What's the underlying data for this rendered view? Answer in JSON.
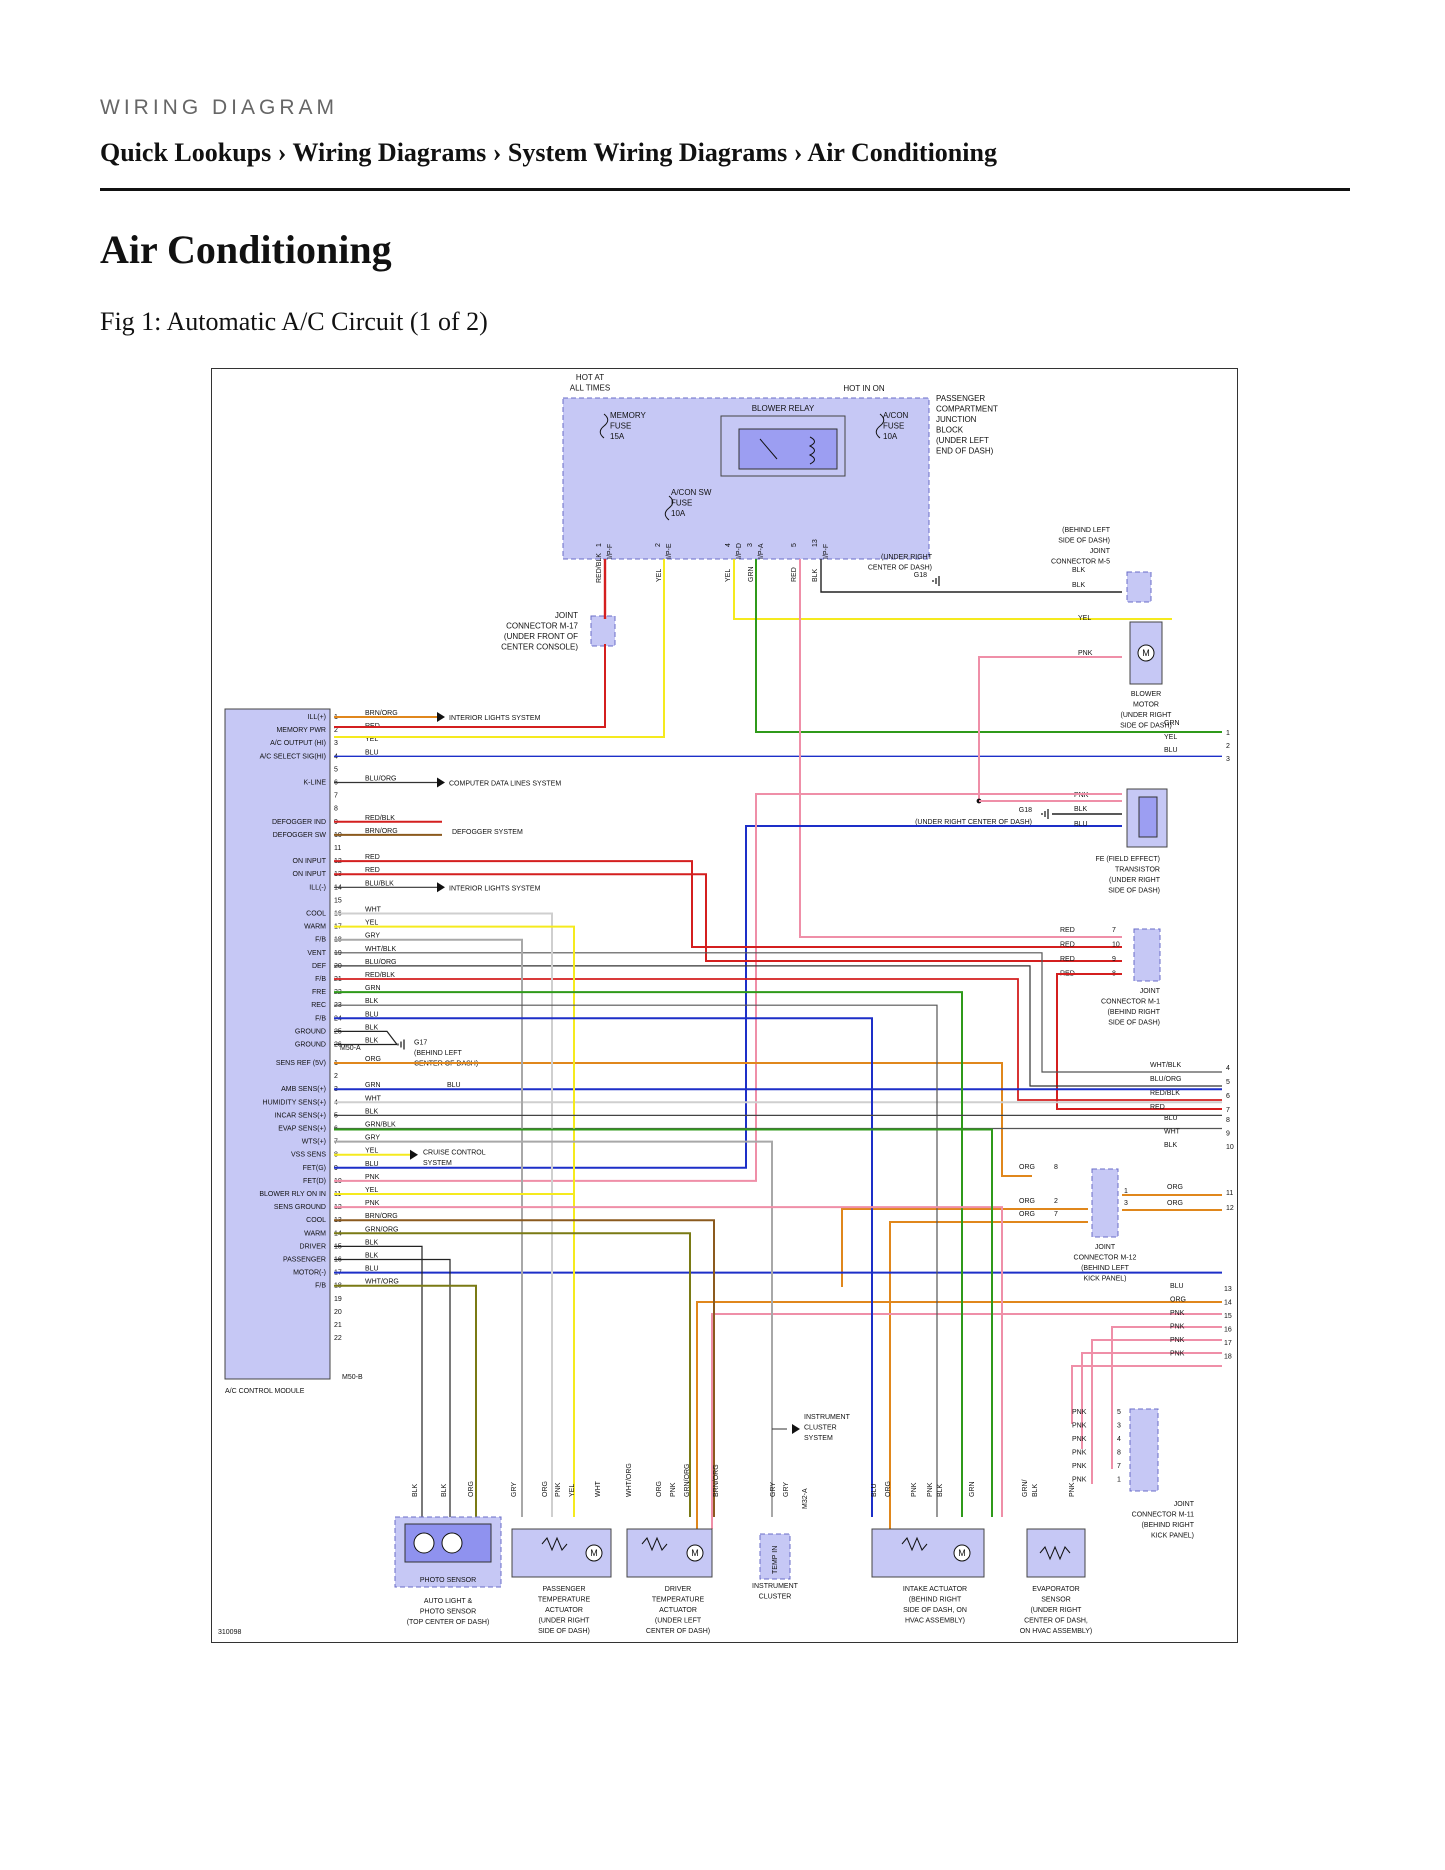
{
  "header": {
    "kicker": "WIRING DIAGRAM",
    "breadcrumb": [
      "Quick Lookups",
      "Wiring Diagrams",
      "System Wiring Diagrams",
      "Air Conditioning"
    ],
    "separator": "›"
  },
  "page_title": "Air Conditioning",
  "figure_caption": "Fig 1: Automatic A/C Circuit (1 of 2)",
  "diagram": {
    "figure_id": "310098",
    "pcjb": {
      "hot_at_all_times": [
        "HOT AT",
        "ALL TIMES"
      ],
      "hot_in_on": "HOT IN ON",
      "block_label": [
        "PASSENGER",
        "COMPARTMENT",
        "JUNCTION",
        "BLOCK",
        "(UNDER LEFT",
        "END OF DASH)"
      ],
      "memory_fuse": [
        "MEMORY",
        "FUSE",
        "15A"
      ],
      "blower_relay": "BLOWER RELAY",
      "acon_fuse": [
        "A/CON",
        "FUSE",
        "10A"
      ],
      "acon_sw_fuse": [
        "A/CON SW",
        "FUSE",
        "10A"
      ]
    },
    "module_label": "A/C CONTROL MODULE",
    "connector_a": "M50-A",
    "connector_b": "M50-B",
    "module_pins_a": [
      {
        "pin": "1",
        "func": "ILL(+)",
        "wire": "BRN/ORG"
      },
      {
        "pin": "2",
        "func": "MEMORY PWR",
        "wire": "RED"
      },
      {
        "pin": "3",
        "func": "A/C OUTPUT (HI)",
        "wire": "YEL"
      },
      {
        "pin": "4",
        "func": "A/C SELECT SIG(HI)",
        "wire": "BLU"
      },
      {
        "pin": "5",
        "func": "",
        "wire": ""
      },
      {
        "pin": "6",
        "func": "K-LINE",
        "wire": "BLU/ORG"
      },
      {
        "pin": "7",
        "func": "",
        "wire": ""
      },
      {
        "pin": "8",
        "func": "",
        "wire": ""
      },
      {
        "pin": "9",
        "func": "DEFOGGER IND",
        "wire": "RED/BLK"
      },
      {
        "pin": "10",
        "func": "DEFOGGER SW",
        "wire": "BRN/ORG"
      },
      {
        "pin": "11",
        "func": "",
        "wire": ""
      },
      {
        "pin": "12",
        "func": "ON INPUT",
        "wire": "RED"
      },
      {
        "pin": "13",
        "func": "ON INPUT",
        "wire": "RED"
      },
      {
        "pin": "14",
        "func": "ILL(-)",
        "wire": "BLU/BLK"
      },
      {
        "pin": "15",
        "func": "",
        "wire": ""
      },
      {
        "pin": "16",
        "func": "COOL",
        "wire": "WHT"
      },
      {
        "pin": "17",
        "func": "WARM",
        "wire": "YEL"
      },
      {
        "pin": "18",
        "func": "F/B",
        "wire": "GRY"
      },
      {
        "pin": "19",
        "func": "VENT",
        "wire": "WHT/BLK"
      },
      {
        "pin": "20",
        "func": "DEF",
        "wire": "BLU/ORG"
      },
      {
        "pin": "21",
        "func": "F/B",
        "wire": "RED/BLK"
      },
      {
        "pin": "22",
        "func": "FRE",
        "wire": "GRN"
      },
      {
        "pin": "23",
        "func": "REC",
        "wire": "BLK"
      },
      {
        "pin": "24",
        "func": "F/B",
        "wire": "BLU"
      },
      {
        "pin": "25",
        "func": "GROUND",
        "wire": "BLK"
      },
      {
        "pin": "26",
        "func": "GROUND",
        "wire": "BLK"
      }
    ],
    "module_pins_b": [
      {
        "pin": "1",
        "func": "SENS REF (5V)",
        "wire": "ORG"
      },
      {
        "pin": "2",
        "func": "",
        "wire": ""
      },
      {
        "pin": "3",
        "func": "AMB SENS(+)",
        "wire": "GRN"
      },
      {
        "pin": "4",
        "func": "HUMIDITY SENS(+)",
        "wire": "WHT"
      },
      {
        "pin": "5",
        "func": "INCAR SENS(+)",
        "wire": "BLK"
      },
      {
        "pin": "6",
        "func": "EVAP SENS(+)",
        "wire": "GRN/BLK"
      },
      {
        "pin": "7",
        "func": "WTS(+)",
        "wire": "GRY"
      },
      {
        "pin": "8",
        "func": "VSS SENS",
        "wire": "YEL"
      },
      {
        "pin": "9",
        "func": "FET(G)",
        "wire": "BLU"
      },
      {
        "pin": "10",
        "func": "FET(D)",
        "wire": "PNK"
      },
      {
        "pin": "11",
        "func": "BLOWER RLY ON IN",
        "wire": "YEL"
      },
      {
        "pin": "12",
        "func": "SENS GROUND",
        "wire": "PNK"
      },
      {
        "pin": "13",
        "func": "COOL",
        "wire": "BRN/ORG"
      },
      {
        "pin": "14",
        "func": "WARM",
        "wire": "GRN/ORG"
      },
      {
        "pin": "15",
        "func": "DRIVER",
        "wire": "BLK"
      },
      {
        "pin": "16",
        "func": "PASSENGER",
        "wire": "BLK"
      },
      {
        "pin": "17",
        "func": "MOTOR(-)",
        "wire": "BLU"
      },
      {
        "pin": "18",
        "func": "F/B",
        "wire": "WHT/ORG"
      },
      {
        "pin": "19",
        "func": "",
        "wire": ""
      },
      {
        "pin": "20",
        "func": "",
        "wire": ""
      },
      {
        "pin": "21",
        "func": "",
        "wire": ""
      },
      {
        "pin": "22",
        "func": "",
        "wire": ""
      }
    ],
    "system_refs": {
      "interior_lights": "INTERIOR LIGHTS SYSTEM",
      "computer_data": "COMPUTER DATA LINES SYSTEM",
      "defogger": "DEFOGGER SYSTEM",
      "cruise": [
        "CRUISE CONTROL",
        "SYSTEM"
      ],
      "instrument_cluster": [
        "INSTRUMENT",
        "CLUSTER",
        "SYSTEM"
      ]
    },
    "ground_g17": [
      "G17",
      "(BEHIND LEFT",
      "CENTER OF DASH)"
    ],
    "amb_blu": "BLU",
    "joint_m17": [
      "JOINT",
      "CONNECTOR M-17",
      "(UNDER FRONT OF",
      "CENTER CONSOLE)"
    ],
    "g18_upper": [
      "(UNDER RIGHT",
      "CENTER OF DASH)",
      "G18"
    ],
    "g18_lower": [
      "G18",
      "(UNDER RIGHT CENTER OF DASH)"
    ],
    "joint_m5": [
      "(BEHIND LEFT",
      "SIDE OF DASH)",
      "JOINT",
      "CONNECTOR M-5"
    ],
    "blower_motor": [
      "BLOWER",
      "MOTOR",
      "(UNDER RIGHT",
      "SIDE OF DASH)"
    ],
    "fet": [
      "FE (FIELD EFFECT)",
      "TRANSISTOR",
      "(UNDER RIGHT",
      "SIDE OF DASH)"
    ],
    "joint_m1": [
      "JOINT",
      "CONNECTOR M-1",
      "(BEHIND RIGHT",
      "SIDE OF DASH)"
    ],
    "joint_m12": [
      "JOINT",
      "CONNECTOR M-12",
      "(BEHIND LEFT",
      "KICK PANEL)"
    ],
    "joint_m11": [
      "JOINT",
      "CONNECTOR M-11",
      "(BEHIND RIGHT",
      "KICK PANEL)"
    ],
    "bottom_components": {
      "photo_sensor_box": "PHOTO SENSOR",
      "photo_sensor": [
        "AUTO LIGHT &",
        "PHOTO SENSOR",
        "(TOP CENTER OF DASH)"
      ],
      "passenger_actuator": [
        "PASSENGER",
        "TEMPERATURE",
        "ACTUATOR",
        "(UNDER RIGHT",
        "SIDE OF DASH)"
      ],
      "driver_actuator": [
        "DRIVER",
        "TEMPERATURE",
        "ACTUATOR",
        "(UNDER LEFT",
        "CENTER OF DASH)"
      ],
      "cluster": [
        "INSTRUMENT",
        "CLUSTER"
      ],
      "temp_in": "TEMP IN",
      "intake_actuator": [
        "INTAKE ACTUATOR",
        "(BEHIND RIGHT",
        "SIDE OF DASH, ON",
        "HVAC ASSEMBLY)"
      ],
      "evap_sensor": [
        "EVAPORATOR",
        "SENSOR",
        "(UNDER RIGHT",
        "CENTER OF DASH,",
        "ON HVAC ASSEMBLY)"
      ],
      "m32a": "M32-A"
    },
    "colors": {
      "RED": "#d41f1f",
      "YEL": "#f5ea1e",
      "GRN": "#2f9a1a",
      "BLU": "#1d2fc8",
      "PNK": "#ef8fa8",
      "ORG": "#e0871c",
      "BLK": "#222222",
      "GRY": "#a8a8a8",
      "WHT": "#cfcfcf",
      "BRN": "#8b5a1e",
      "OLIVE": "#7a7a14",
      "box_fill": "#c6c8f5",
      "box_stroke": "#6a6cc8"
    }
  }
}
